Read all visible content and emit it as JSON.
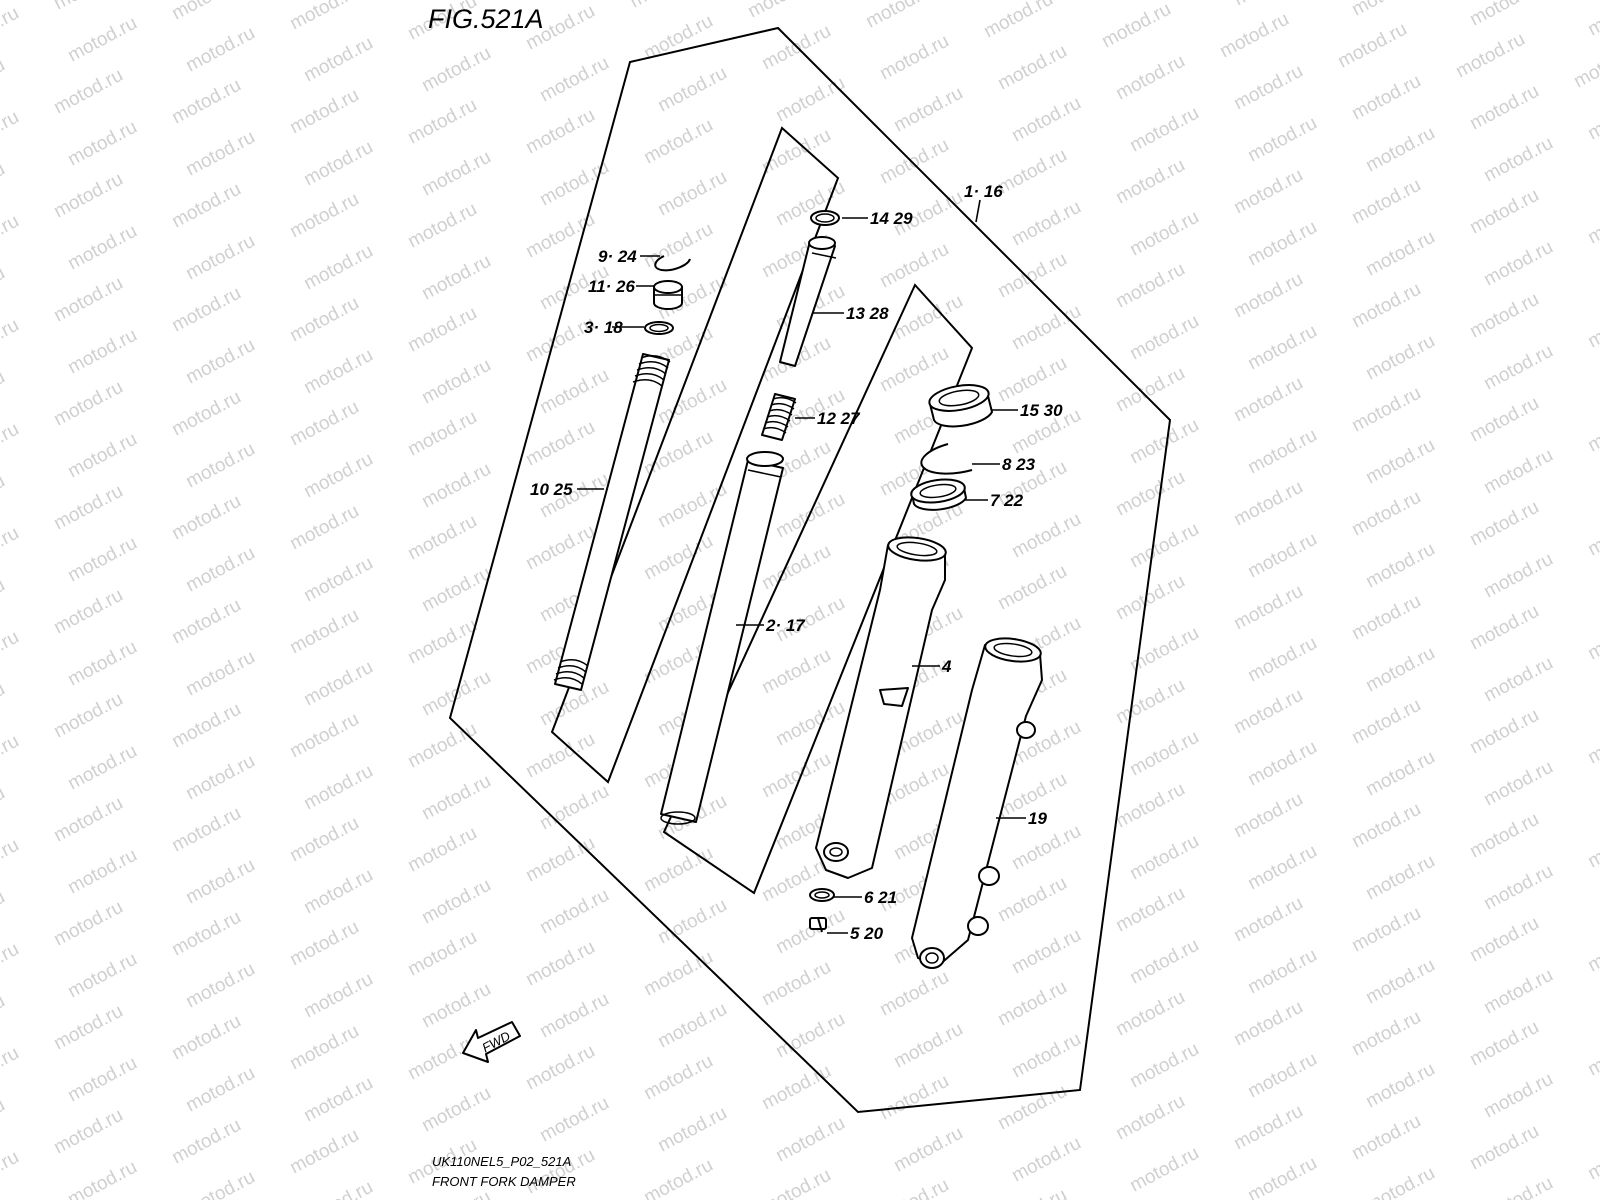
{
  "figure": {
    "title": "FIG.521A",
    "code": "UK110NEL5_P02_521A",
    "name": "FRONT FORK DAMPER",
    "watermark": "motod.ru",
    "fwd_label": "FWD"
  },
  "callouts": [
    {
      "id": "c-1-16",
      "label": "1· 16"
    },
    {
      "id": "c-14-29",
      "label": "14 29"
    },
    {
      "id": "c-9-24",
      "label": "9· 24"
    },
    {
      "id": "c-11-26",
      "label": "11· 26"
    },
    {
      "id": "c-3-18",
      "label": "3· 18"
    },
    {
      "id": "c-13-28",
      "label": "13 28"
    },
    {
      "id": "c-15-30",
      "label": "15 30"
    },
    {
      "id": "c-12-27",
      "label": "12 27"
    },
    {
      "id": "c-8-23",
      "label": "8 23"
    },
    {
      "id": "c-7-22",
      "label": "7 22"
    },
    {
      "id": "c-10-25",
      "label": "10 25"
    },
    {
      "id": "c-2-17",
      "label": "2· 17"
    },
    {
      "id": "c-4",
      "label": "4"
    },
    {
      "id": "c-19",
      "label": "19"
    },
    {
      "id": "c-6-21",
      "label": "6 21"
    },
    {
      "id": "c-5-20",
      "label": "5 20"
    }
  ]
}
